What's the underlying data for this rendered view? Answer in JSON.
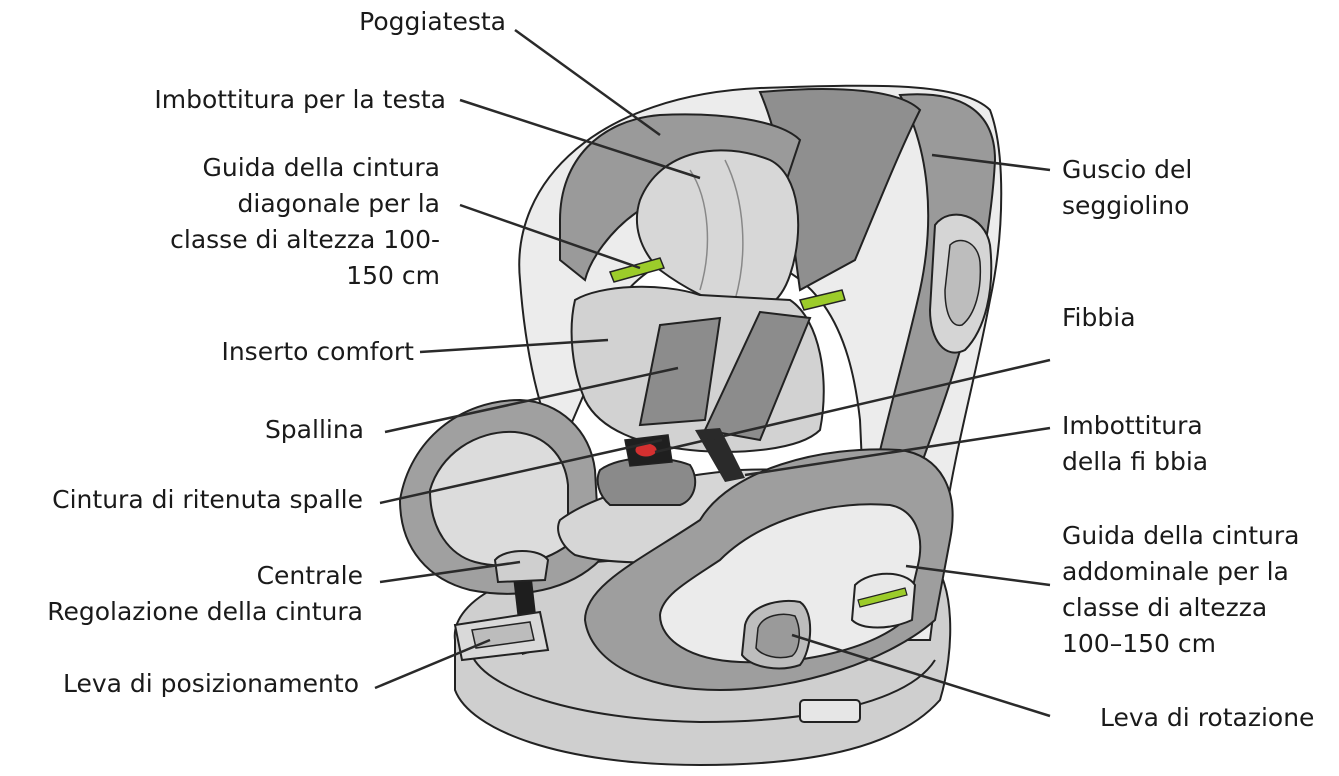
{
  "labels": {
    "poggiatesta": [
      "Poggiatesta"
    ],
    "imbottitura_testa": [
      "Imbottitura per la testa"
    ],
    "guida_diagonale": [
      "Guida della cintura",
      "diagonale per la",
      "classe di altezza 100-",
      "150 cm"
    ],
    "inserto_comfort": [
      "Inserto comfort"
    ],
    "spallina": [
      "Spallina"
    ],
    "cintura_ritenuta": [
      "Cintura di ritenuta spalle"
    ],
    "regolazione_centrale": [
      "Centrale",
      "Regolazione della cintura"
    ],
    "leva_posizionamento": [
      "Leva di posizionamento"
    ],
    "guscio": [
      "Guscio del",
      "seggiolino"
    ],
    "fibbia": [
      "Fibbia"
    ],
    "imbottitura_fibbia": [
      "Imbottitura",
      "della fi bbia"
    ],
    "guida_addominale": [
      "Guida della cintura",
      "addominale per la",
      "classe di altezza",
      "100–150 cm"
    ],
    "leva_rotazione": [
      "Leva di rotazione"
    ]
  },
  "colors": {
    "accent_green": "#9ccc2a",
    "harness_red": "#d43030",
    "shell_dark": "#8f8f8f",
    "shell_mid": "#b8b8b8",
    "padding_light": "#d9d9d9",
    "background_light": "#ececec",
    "line": "#2a2a2a"
  }
}
